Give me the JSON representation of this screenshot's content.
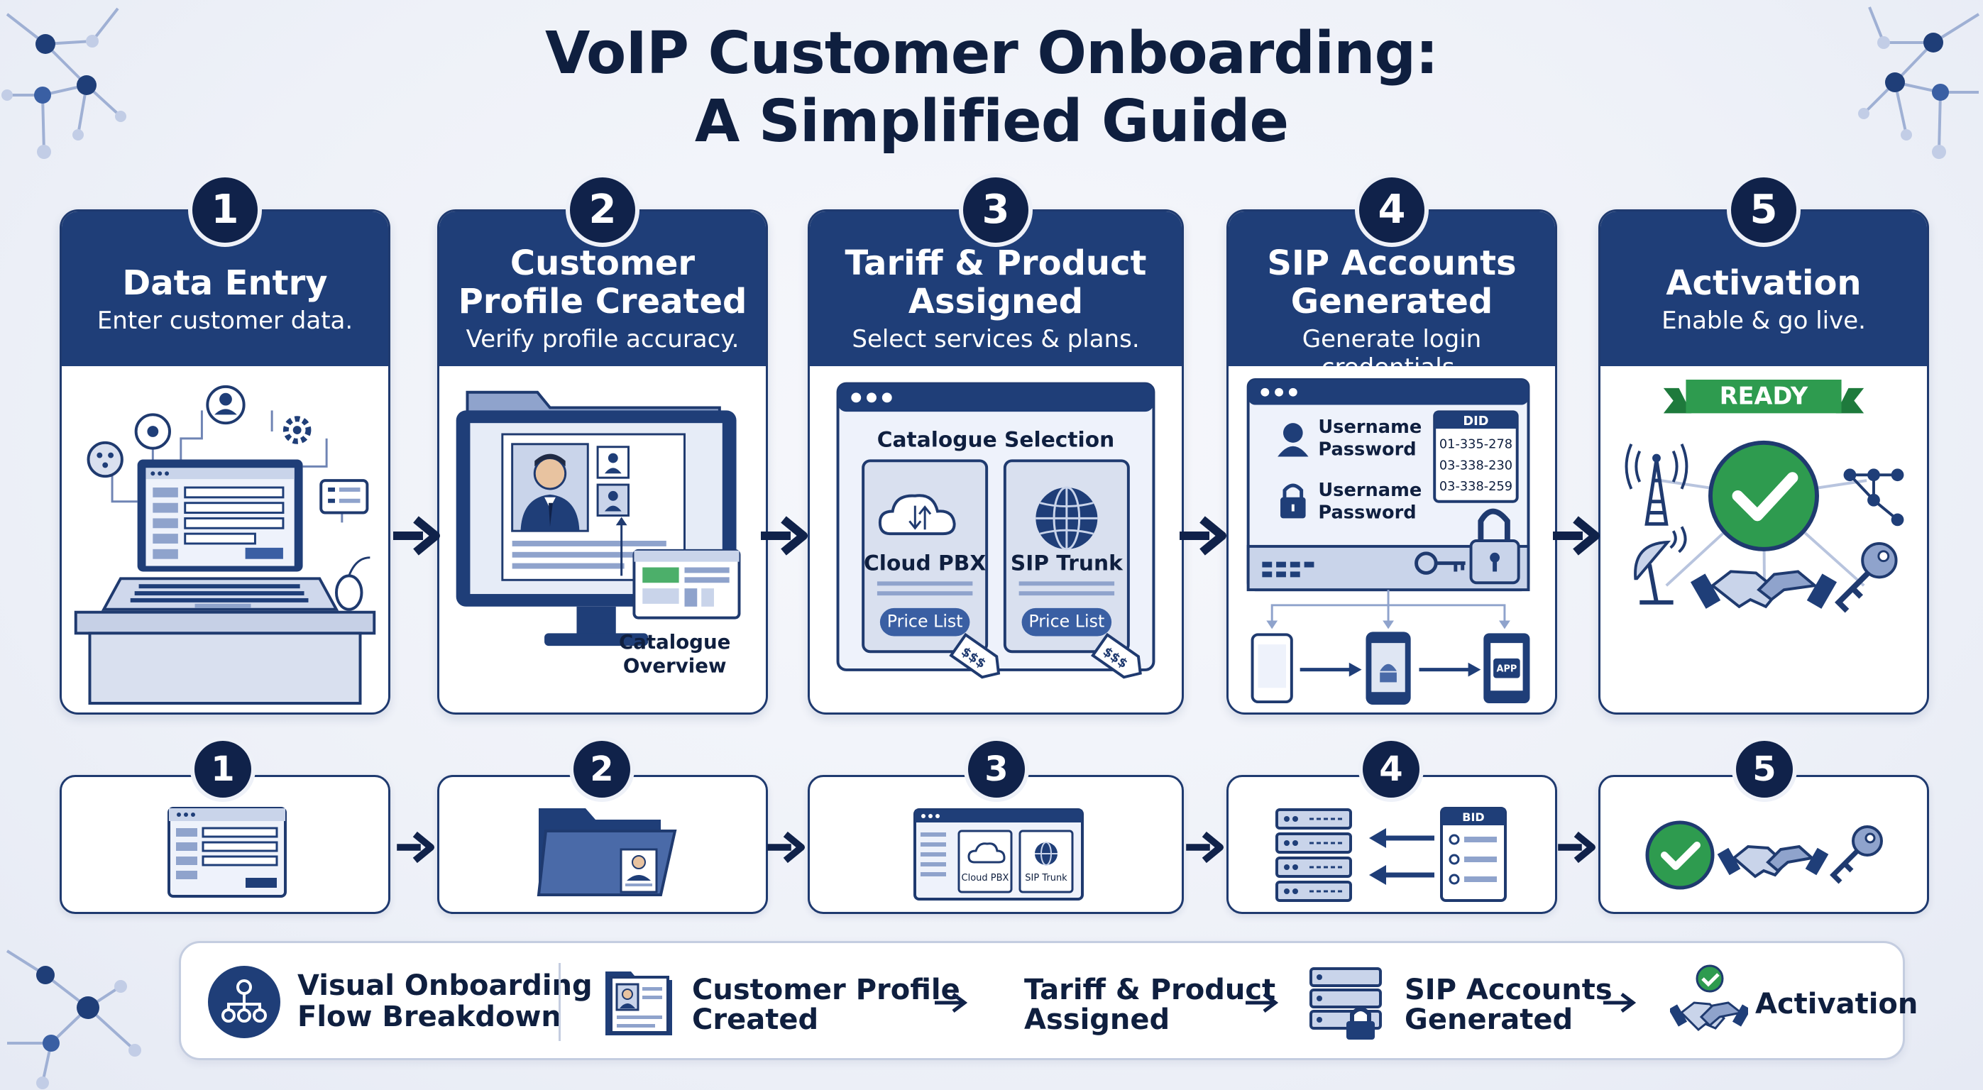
{
  "title": {
    "line1": "VoIP Customer Onboarding:",
    "line2": "A Simplified Guide"
  },
  "colors": {
    "navy": "#10224a",
    "header_blue": "#1f3e78",
    "accent_green": "#2e9b4f",
    "light_blue": "#c9d4ea"
  },
  "steps": [
    {
      "number": "1",
      "title": "Data Entry",
      "subtitle": "Enter customer data."
    },
    {
      "number": "2",
      "title_line1": "Customer",
      "title_line2": "Profile Created",
      "subtitle": "Verify profile accuracy.",
      "overlay_line1": "Catalogue",
      "overlay_line2": "Overview"
    },
    {
      "number": "3",
      "title_line1": "Tariff & Product",
      "title_line2": "Assigned",
      "subtitle": "Select services & plans.",
      "window_title": "Catalogue Selection",
      "product1": "Cloud PBX",
      "product2": "SIP Trunk",
      "price_label": "Price List",
      "tag": "$$$"
    },
    {
      "number": "4",
      "title_line1": "SIP Accounts",
      "title_line2": "Generated",
      "subtitle": "Generate login credentials.",
      "username": "Username",
      "password": "Password",
      "did_label": "DID",
      "did_numbers": [
        "01-335-278",
        "03-338-230",
        "03-338-259"
      ],
      "app_label": "APP"
    },
    {
      "number": "5",
      "title": "Activation",
      "subtitle": "Enable & go live.",
      "banner": "READY"
    }
  ],
  "mini_steps": [
    {
      "number": "1",
      "icon": "form-window-icon"
    },
    {
      "number": "2",
      "icon": "profile-folder-icon"
    },
    {
      "number": "3",
      "icon": "catalogue-window-icon",
      "label1": "Cloud PBX",
      "label2": "SIP Trunk"
    },
    {
      "number": "4",
      "icon": "server-did-icon",
      "label": "BID"
    },
    {
      "number": "5",
      "icon": "check-handshake-key-icon"
    }
  ],
  "footer": {
    "intro_line1": "Visual Onboarding",
    "intro_line2": "Flow Breakdown",
    "item1_line1": "Customer Profile",
    "item1_line2": "Created",
    "item2_line1": "Tariff & Product",
    "item2_line2": "Assigned",
    "item3_line1": "SIP Accounts",
    "item3_line2": "Generated",
    "item4": "Activation"
  }
}
